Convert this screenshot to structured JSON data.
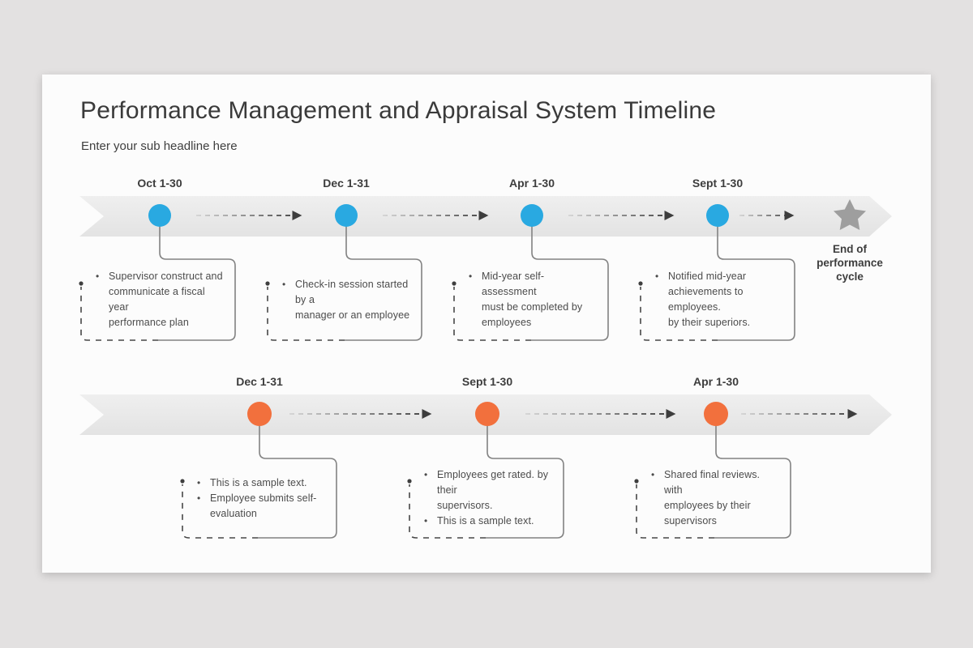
{
  "theme": {
    "blue": "#29a9e1",
    "orange": "#f2703d",
    "star": "#9e9e9e",
    "card": "#fcfcfc",
    "page_bg": "#e3e1e1"
  },
  "header": {
    "title": "Performance Management and Appraisal System Timeline",
    "subtitle": "Enter your sub headline here"
  },
  "rows": [
    {
      "milestones": [
        {
          "date": "Oct 1-30",
          "bullets": [
            "Supervisor construct and\ncommunicate a fiscal year\nperformance plan"
          ]
        },
        {
          "date": "Dec 1-31",
          "bullets": [
            "Check-in session started by a\nmanager or an employee"
          ]
        },
        {
          "date": "Apr 1-30",
          "bullets": [
            "Mid-year self-assessment\nmust be completed by\nemployees"
          ]
        },
        {
          "date": "Sept 1-30",
          "bullets": [
            "Notified mid-year\nachievements to employees.\nby their superiors."
          ]
        }
      ],
      "end_label": "End of\nperformance cycle"
    },
    {
      "milestones": [
        {
          "date": "Dec 1-31",
          "bullets": [
            "This is a sample text.",
            "Employee submits self-\nevaluation"
          ]
        },
        {
          "date": "Sept 1-30",
          "bullets": [
            "Employees get rated. by their\nsupervisors.",
            "This is a sample text."
          ]
        },
        {
          "date": "Apr 1-30",
          "bullets": [
            "Shared final reviews. with\nemployees by their\nsupervisors"
          ]
        }
      ]
    }
  ],
  "bullet_glyph": "•"
}
